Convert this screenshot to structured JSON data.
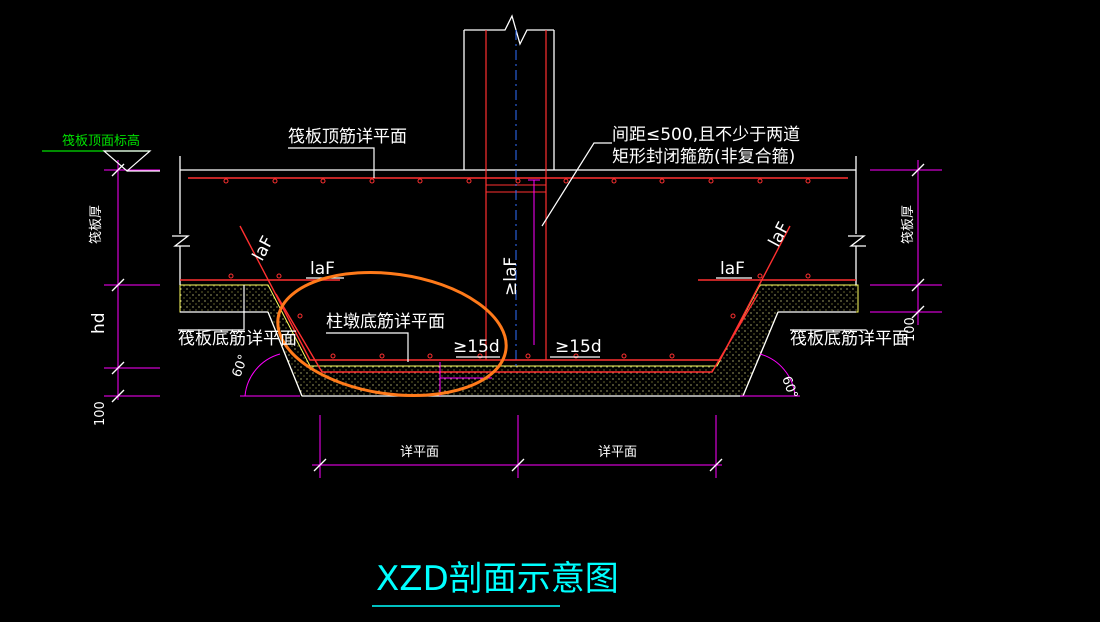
{
  "title": "XZD剖面示意图",
  "labels": {
    "raft_top_elev": "筏板顶面标高",
    "raft_top_bar": "筏板顶筋详平面",
    "spacing_note_1": "间距≤500,且不少于两道",
    "spacing_note_2": "矩形封闭箍筋(非复合箍)",
    "raft_thk": "筏板厚",
    "lap_left": "laF",
    "lap_left_slant": "laF",
    "lap_right": "laF",
    "lap_right_slant": "laF",
    "anchor_col": "≥laF",
    "pier_bottom_bar": "柱墩底筋详平面",
    "min_15d_left": "≥15d",
    "min_15d_right": "≥15d",
    "raft_bottom_left": "筏板底筋详平面",
    "raft_bottom_right": "筏板底筋详平面",
    "hd": "hd",
    "dim_100_left": "100",
    "dim_100_right": "100",
    "angle_left": "60°",
    "angle_right": "60°",
    "plan_left": "详平面",
    "plan_right": "详平面"
  },
  "colors": {
    "background": "#000000",
    "concrete": "#ffffff",
    "rebar": "#ff3030",
    "dimension": "#ff00ff",
    "leader": "#ffffff",
    "column": "#ff3030",
    "axis": "#3070ff",
    "highlight": "#ff7a1a",
    "title": "#00ffff",
    "elevation": "#00e000",
    "cushion": "#ffff60"
  }
}
